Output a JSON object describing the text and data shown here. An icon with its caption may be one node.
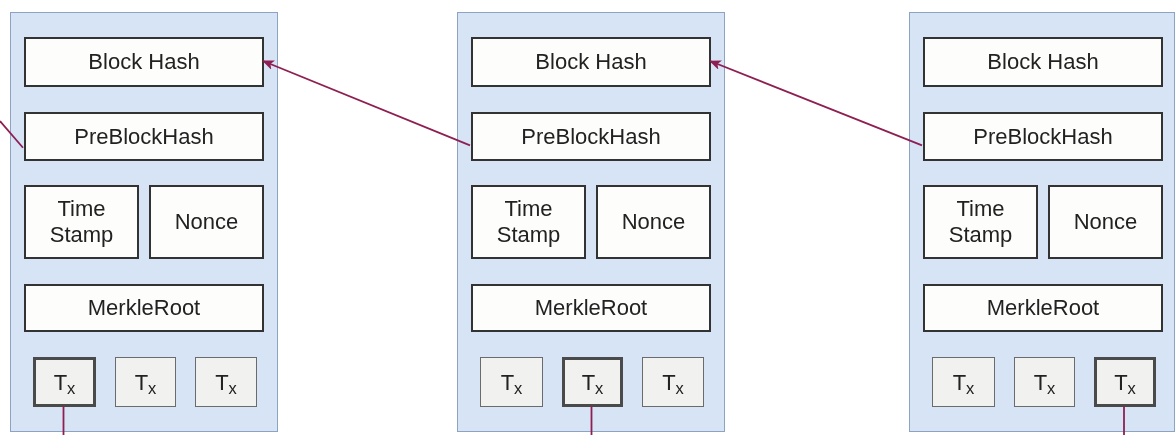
{
  "diagram": {
    "nodes": [
      {
        "text": [],
        "shape": "box"
      },
      {
        "text": [
          "Block Hash"
        ],
        "in": 0
      },
      {
        "text": [
          "PreBlockHash"
        ],
        "in": 0
      },
      {
        "text": [
          "Time Stamp"
        ],
        "in": 0
      },
      {
        "text": [
          "Nonce"
        ],
        "in": 0
      },
      {
        "text": [
          "MerkleRoot"
        ],
        "in": 0
      },
      {
        "text": [
          "T$_{x}$"
        ],
        "in": 0
      },
      {
        "text": [
          "T$_{x}$"
        ],
        "in": 0
      },
      {
        "text": [
          "T$_{x}$"
        ],
        "in": 0
      },
      {
        "text": [],
        "shape": "box"
      },
      {
        "text": [
          "Block Hash"
        ],
        "in": 9
      },
      {
        "text": [
          "PreBlockHash"
        ],
        "in": 9
      },
      {
        "text": [
          "Time Stamp"
        ],
        "in": 9
      },
      {
        "text": [
          "Nonce"
        ],
        "in": 9
      },
      {
        "text": [
          "MerkleRoot"
        ],
        "in": 9
      },
      {
        "text": [
          "T$_{x}$"
        ],
        "in": 9
      },
      {
        "text": [
          "T$_{x}$"
        ],
        "in": 9
      },
      {
        "text": [
          "T$_{x}$"
        ],
        "in": 9
      },
      {
        "text": [],
        "shape": "box"
      },
      {
        "text": [
          "Block Hash"
        ],
        "in": 18
      },
      {
        "text": [
          "PreBlockHash"
        ],
        "in": 18
      },
      {
        "text": [
          "Time Stamp"
        ],
        "in": 18
      },
      {
        "text": [
          "Nonce"
        ],
        "in": 18
      },
      {
        "text": [
          "MerkleRoot"
        ],
        "in": 18
      },
      {
        "text": [
          "T$_{x}$"
        ],
        "in": 18
      },
      {
        "text": [
          "T$_{x}$"
        ],
        "in": 18
      },
      {
        "text": [
          "T$_{x}$"
        ],
        "in": 18
      }
    ],
    "edges": [
      {
        "from": 11,
        "to": 1,
        "arrow": "to"
      },
      {
        "from": 20,
        "to": 10,
        "arrow": "to"
      },
      {
        "from": 2,
        "to": null,
        "arrow": "none"
      },
      {
        "from": 6,
        "to": null,
        "arrow": "none"
      },
      {
        "from": 16,
        "to": null,
        "arrow": "none"
      },
      {
        "from": 26,
        "to": null,
        "arrow": "none"
      }
    ]
  }
}
